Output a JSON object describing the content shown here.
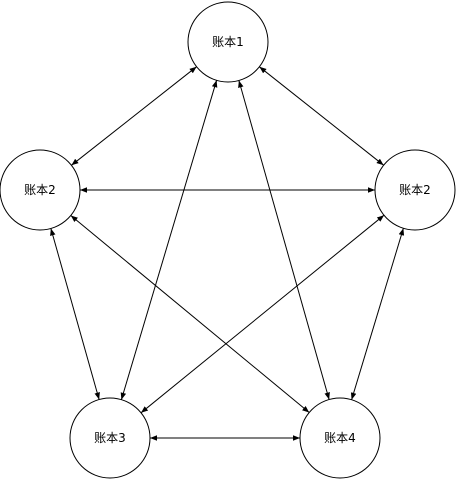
{
  "diagram": {
    "nodes": [
      {
        "id": "n1",
        "label": "账本1"
      },
      {
        "id": "n2l",
        "label": "账本2"
      },
      {
        "id": "n2r",
        "label": "账本2"
      },
      {
        "id": "n3",
        "label": "账本3"
      },
      {
        "id": "n4",
        "label": "账本4"
      }
    ],
    "edges": [
      {
        "from": "n1",
        "to": "n2l",
        "arrows": "both"
      },
      {
        "from": "n1",
        "to": "n2r",
        "arrows": "both"
      },
      {
        "from": "n1",
        "to": "n3",
        "arrows": "both"
      },
      {
        "from": "n1",
        "to": "n4",
        "arrows": "both"
      },
      {
        "from": "n2l",
        "to": "n2r",
        "arrows": "both"
      },
      {
        "from": "n2l",
        "to": "n3",
        "arrows": "both"
      },
      {
        "from": "n2l",
        "to": "n4",
        "arrows": "both"
      },
      {
        "from": "n2r",
        "to": "n3",
        "arrows": "both"
      },
      {
        "from": "n2r",
        "to": "n4",
        "arrows": "both"
      },
      {
        "from": "n3",
        "to": "n4",
        "arrows": "both"
      }
    ],
    "colors": {
      "stroke": "#000000",
      "fill": "#ffffff",
      "text": "#000000"
    }
  }
}
